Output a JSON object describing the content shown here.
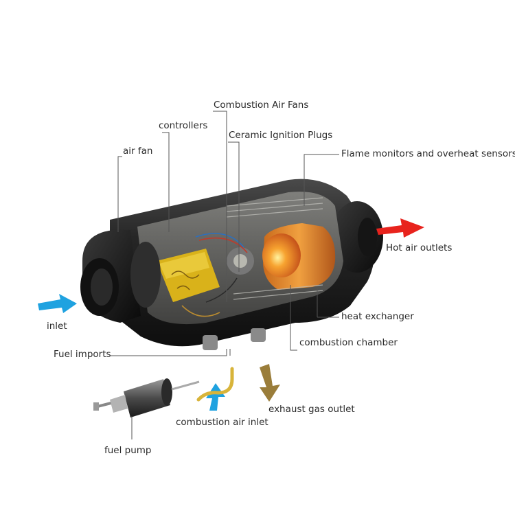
{
  "labels": {
    "combustion_air_fans": "Combustion Air Fans",
    "controllers": "controllers",
    "ceramic_ignition_plugs": "Ceramic Ignition Plugs",
    "air_fan": "air fan",
    "flame_monitors": "Flame monitors and overheat sensors",
    "hot_air_outlets": "Hot air outlets",
    "inlet": "inlet",
    "heat_exchanger": "heat exchanger",
    "combustion_chamber": "combustion chamber",
    "fuel_imports": "Fuel imports",
    "exhaust_gas_outlet": "exhaust gas outlet",
    "combustion_air_inlet": "combustion air inlet",
    "fuel_pump": "fuel pump"
  },
  "colors": {
    "inlet_arrow": "#1fa2e0",
    "hot_air_arrow": "#e8231d",
    "exhaust_arrow": "#9a7d3a",
    "leader_line": "#555555",
    "body_dark": "#1c1c1c",
    "chamber_orange": "#f08a1a",
    "controller_yellow": "#d9b21a"
  }
}
